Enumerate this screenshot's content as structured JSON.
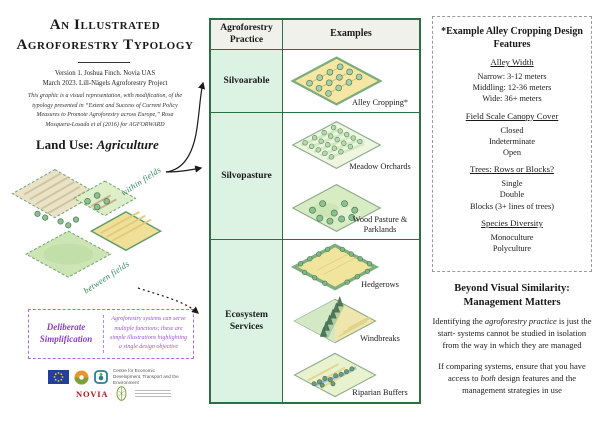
{
  "title": {
    "line1": "An Illustrated",
    "line2": "Agroforestry Typology"
  },
  "credits": {
    "line1": "Version 1. Joshua Finch. Novia UAS",
    "line2": "March 2023. Lill-Nägels Agroforestry Project"
  },
  "citation": "This graphic is a visual representation, with modification, of the typology presented in “Extent and Success of Current Policy Measures to Promote Agroforestry across Europe,” Rosa Mosquera-Losada et al (2016) for AGFORWARD",
  "land_use": {
    "label": "Land Use:",
    "value": "Agriculture"
  },
  "annotations": {
    "within_fields": "within fields",
    "between_fields": "between fields"
  },
  "table": {
    "headers": [
      "Agroforestry Practice",
      "Examples"
    ],
    "rows": [
      {
        "practice": "Silvoarable",
        "examples": [
          {
            "label": "Alley Cropping*"
          }
        ]
      },
      {
        "practice": "Silvopasture",
        "examples": [
          {
            "label": "Meadow Orchards"
          },
          {
            "label": "Wood Pasture & Parklands"
          }
        ]
      },
      {
        "practice": "Ecosystem Services",
        "examples": [
          {
            "label": "Hedgerows"
          },
          {
            "label": "Windbreaks"
          },
          {
            "label": "Riparian Buffers"
          }
        ]
      }
    ]
  },
  "design_features": {
    "title": "*Example Alley Cropping Design Features",
    "sections": [
      {
        "heading": "Alley Width",
        "options": [
          "Narrow: 3-12 meters",
          "Middling: 12-36 meters",
          "Wide: 36+ meters"
        ]
      },
      {
        "heading": "Field Scale Canopy Cover",
        "options": [
          "Closed",
          "Indeterminate",
          "Open"
        ]
      },
      {
        "heading": "Trees: Rows or Blocks?",
        "options": [
          "Single",
          "Double",
          "Blocks (3+ lines of trees)"
        ]
      },
      {
        "heading": "Species Diversity",
        "options": [
          "Monoculture",
          "Polyculture"
        ]
      }
    ]
  },
  "management": {
    "title_line1": "Beyond Visual Similarity:",
    "title_line2": "Management Matters",
    "para1_pre": "Identifying the ",
    "para1_italic": "agroforestry practice",
    "para1_post": " is just the start- systems cannot be studied in isolation from the way in which they are managed",
    "para2_pre": "If comparing systems, ensure that you have access to ",
    "para2_italic": "both",
    "para2_post": " design features and the management strategies in use"
  },
  "simplification": {
    "title": "Deliberate Simplification",
    "note": "Agroforestry systems can serve multiple functions; these are simple illustrations highlighting a single design objective"
  },
  "footer": {
    "ely": "Centre for Economic Development, Transport and the Environment",
    "novia": "NOVIA"
  },
  "colors": {
    "table_green": "#2d6e44",
    "cell_green": "#dcf2e2",
    "accent_purple": "#8a3fc2",
    "script_green": "#35865a"
  }
}
